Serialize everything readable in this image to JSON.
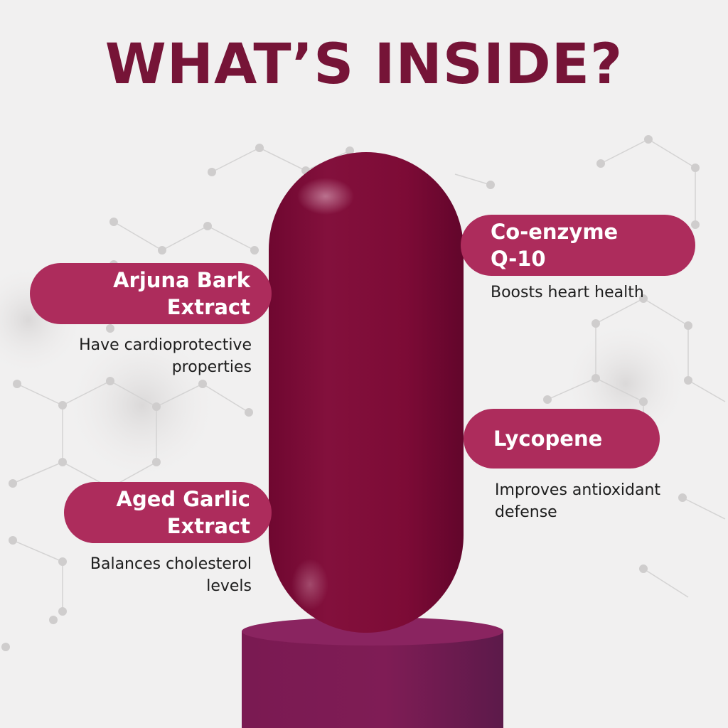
{
  "title": "WHAT’S INSIDE?",
  "colors": {
    "title": "#761437",
    "label_bg": "#ad2c5c",
    "capsule": "#7e0a35",
    "pedestal": "#7a1c51",
    "background": "#f1f0f0"
  },
  "ingredients": [
    {
      "name_line1": "Arjuna Bark",
      "name_line2": "Extract",
      "desc_line1": "Have cardioprotective",
      "desc_line2": "properties"
    },
    {
      "name_line1": "Co-enzyme",
      "name_line2": "Q-10",
      "desc_line1": "Boosts heart health",
      "desc_line2": ""
    },
    {
      "name_line1": "Lycopene",
      "name_line2": "",
      "desc_line1": "Improves antioxidant",
      "desc_line2": "defense"
    },
    {
      "name_line1": "Aged Garlic",
      "name_line2": "Extract",
      "desc_line1": "Balances cholesterol",
      "desc_line2": "levels"
    }
  ]
}
